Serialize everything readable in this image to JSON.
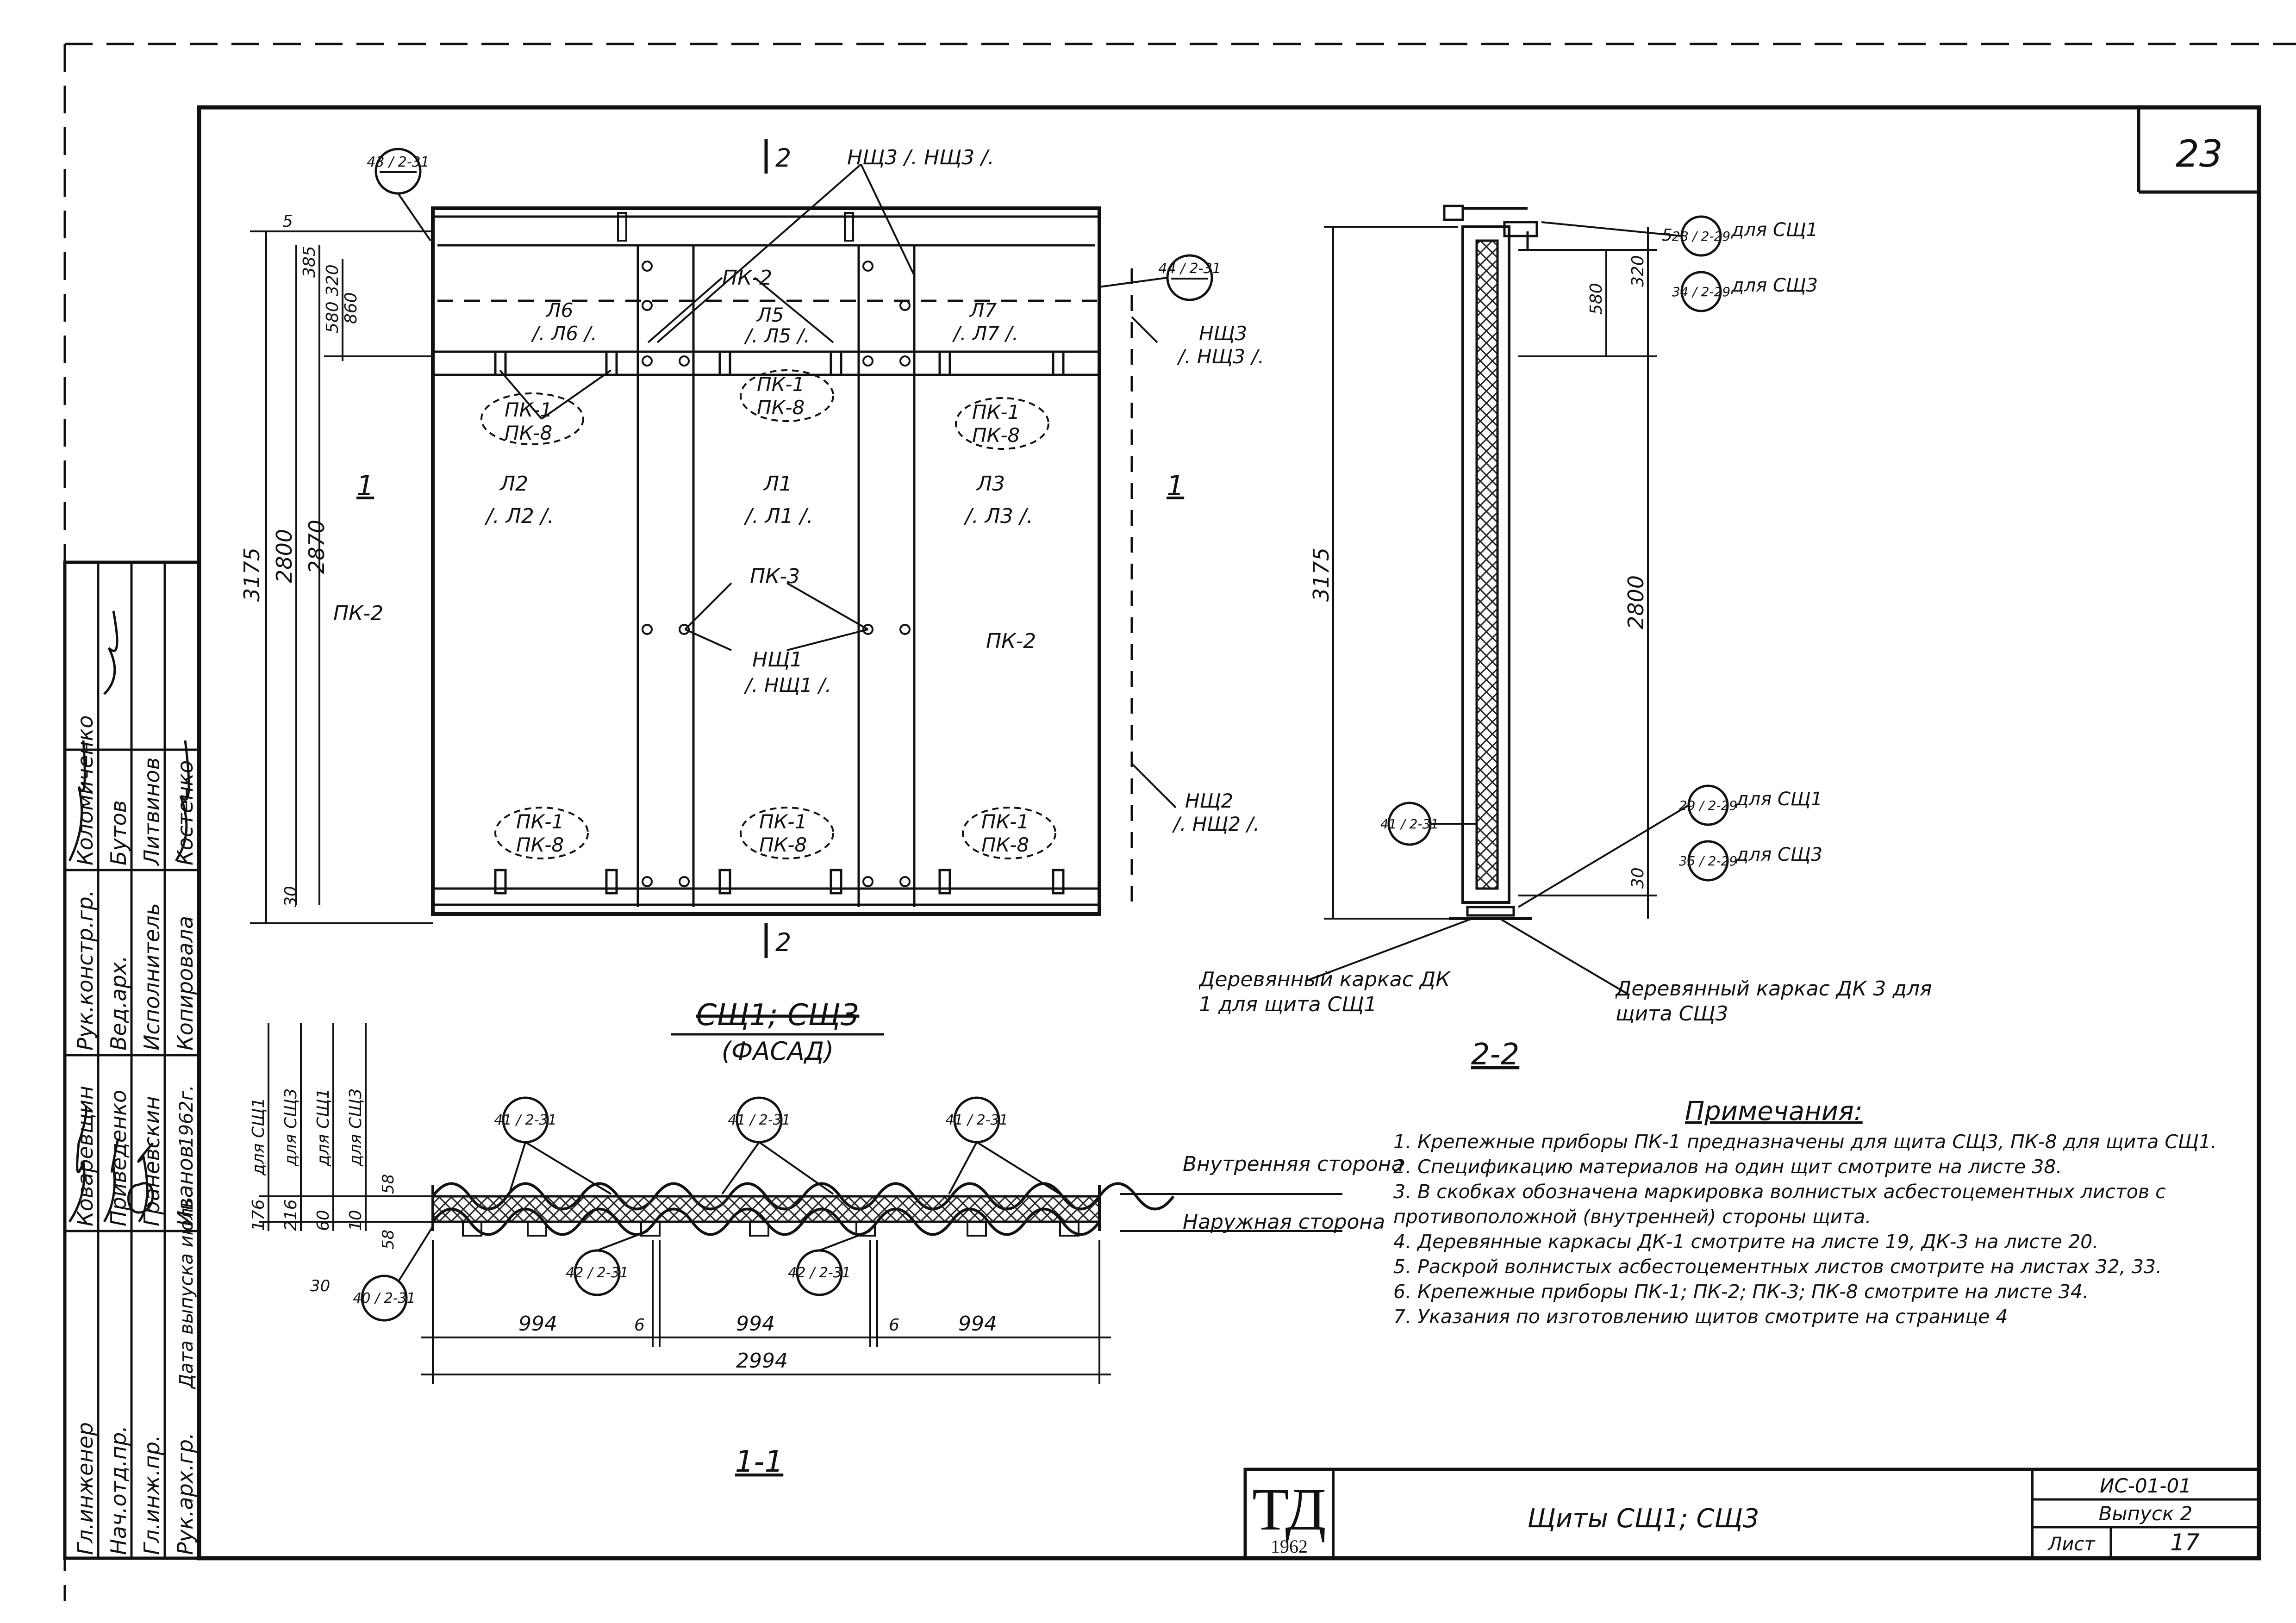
{
  "sheet_number": "23",
  "stamp": {
    "rows": [
      {
        "role": "Гл.инженер",
        "name": "Коваревщин"
      },
      {
        "role": "Нач.отд.пр.",
        "name": "Приведенко"
      },
      {
        "role": "Гл.инж.пр.",
        "name": "Граневскин"
      },
      {
        "role": "Рук.арх.гр.",
        "name": "Иванов"
      },
      {
        "role": "Рук.констр.гр.",
        "name": "Коломиченко"
      },
      {
        "role": "Вед.арх.",
        "name": "Бутов"
      },
      {
        "role": "Исполнитель",
        "name": "Литвинов"
      },
      {
        "role": "Копировала",
        "name": "Костенко"
      }
    ],
    "release_label": "Дата выпуска июль",
    "release_year": "1962г."
  },
  "facade": {
    "title": "СЩ1; СЩ3",
    "subtitle": "(ФАСАД)",
    "callouts": [
      "43 / 2-31",
      "44 / 2-31"
    ],
    "cut_mark": "2",
    "section_mark": "1",
    "labels": {
      "nsch3_top": "НЩ3 /. НЩ3 /.",
      "pk2_top": "ПК-2",
      "l6": "Л6",
      "l6a": "/. Л6 /.",
      "l5": "Л5",
      "l5a": "/. Л5 /.",
      "l7": "Л7",
      "l7a": "/. Л7 /.",
      "nsch3_right": "НЩ3",
      "nsch3_right_a": "/. НЩ3 /.",
      "pk1": "ПК-1",
      "pk8": "ПК-8",
      "l2": "Л2",
      "l2a": "/. Л2 /.",
      "l1": "Л1",
      "l1a": "/. Л1 /.",
      "l3": "Л3",
      "l3a": "/. Л3 /.",
      "pk3": "ПК-3",
      "pk2": "ПК-2",
      "nsch1": "НЩ1",
      "nsch1a": "/. НЩ1 /.",
      "nsch2": "НЩ2",
      "nsch2a": "/. НЩ2 /."
    },
    "dims": {
      "h_total": "3175",
      "h_inner": "2800",
      "h_alt": "2870",
      "d5": "5",
      "d385": "385",
      "d320": "320",
      "d580": "580",
      "d860": "860",
      "d30": "30"
    }
  },
  "section_22": {
    "title": "2-2",
    "callouts": [
      {
        "ref": "28 / 2-29",
        "text": "для СЩ1"
      },
      {
        "ref": "34 / 2-29",
        "text": "для СЩ3"
      },
      {
        "ref": "29 / 2-29",
        "text": "для СЩ1"
      },
      {
        "ref": "35 / 2-29",
        "text": "для СЩ3"
      },
      {
        "ref": "41 / 2-31",
        "text": ""
      }
    ],
    "dims": {
      "h_total": "3175",
      "h_inner": "2800",
      "d5": "5",
      "d320": "320",
      "d580": "580",
      "d30": "30"
    },
    "frame_dk1": "Деревянный каркас ДК 1 для щита СЩ1",
    "frame_dk3": "Деревянный каркас ДК 3 для щита СЩ3"
  },
  "section_11": {
    "title": "1-1",
    "side_inner": "Внутренняя сторона",
    "side_outer": "Наружная сторона",
    "callouts_top": [
      "41 / 2-31",
      "41 / 2-31",
      "41 / 2-31"
    ],
    "callouts_bottom": [
      "40 / 2-31",
      "42 / 2-31",
      "42 / 2-31"
    ],
    "spans": [
      "994",
      "6",
      "994",
      "6",
      "994"
    ],
    "total": "2994",
    "left_dims": [
      {
        "v": "176",
        "t": "для СЩ1"
      },
      {
        "v": "216",
        "t": "для СЩ3"
      },
      {
        "v": "60",
        "t": "для СЩ1"
      },
      {
        "v": "10",
        "t": "для СЩ3"
      }
    ],
    "small_dims": [
      "58",
      "58",
      "30"
    ]
  },
  "notes": {
    "title": "Примечания:",
    "items": [
      "1. Крепежные приборы ПК-1 предназначены для щита СЩ3, ПК-8 для щита СЩ1.",
      "2. Спецификацию материалов на один щит смотрите на листе 38.",
      "3. В скобках обозначена маркировка волнистых асбестоцементных листов с противоположной (внутренней) стороны щита.",
      "4. Деревянные каркасы ДК-1 смотрите на листе 19, ДК-3 на листе 20.",
      "5. Раскрой волнистых асбестоцементных листов смотрите на листах 32, 33.",
      "6. Крепежные приборы ПК-1; ПК-2; ПК-3; ПК-8 смотрите на листе 34.",
      "7. Указания по изготовлению щитов смотрите на странице 4"
    ]
  },
  "title_block": {
    "logo": "ТД",
    "logo_year": "1962",
    "title": "Щиты СЩ1; СЩ3",
    "code": "ИС-01-01",
    "issue": "Выпуск 2",
    "sheet_label": "Лист",
    "sheet": "17"
  }
}
